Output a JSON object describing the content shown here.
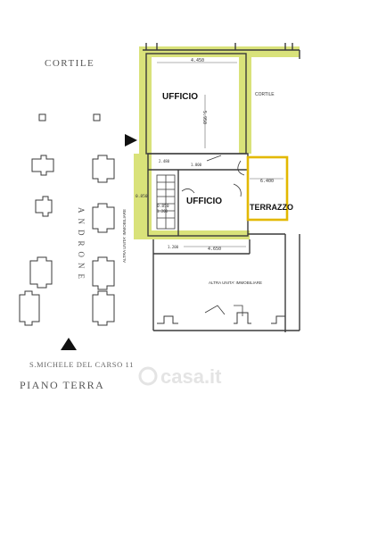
{
  "labels": {
    "cortile_left": "CORTILE",
    "cortile_right": "CORTILE",
    "androne": "ANDRONE",
    "room_ufficio_top": "UFFICIO",
    "room_ufficio_bottom": "UFFICIO",
    "room_terrazzo": "TERRAZZO",
    "altra_unita_left": "ALTRA UNITA' IMMOBILIARE",
    "altra_unita_bottom": "ALTRA UNITA' IMMOBILIARE",
    "address": "S.MICHELE DEL CARSO 11",
    "floor": "PIANO TERRA",
    "watermark": "casa.it"
  },
  "dimensions": {
    "d_top": "4.450",
    "d_vertical": "5.950",
    "d_right": "6.400",
    "d_bottom": "4.650",
    "d_stair_a": "0.850",
    "d_stair_b": "0.850",
    "d_small_a": "1.200",
    "d_small_b": "1.200",
    "d_small_c": "2.480",
    "d_small_d": "1.800"
  },
  "colors": {
    "wall_highlight": "#d9e27a",
    "terrace_outline": "#e3b800",
    "line": "#3a3a3a",
    "arrow": "#111111"
  }
}
